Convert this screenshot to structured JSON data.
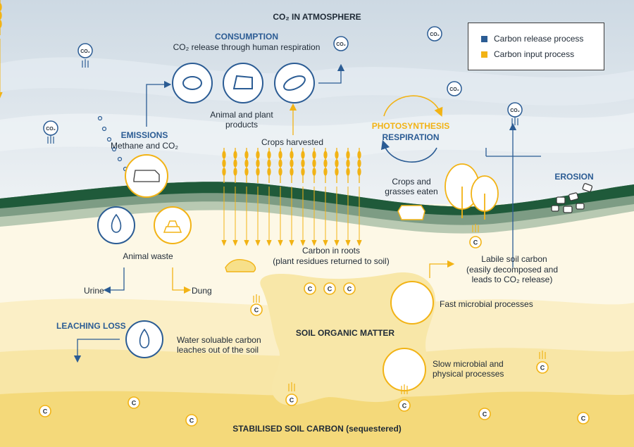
{
  "labels": {
    "atmosphere": "CO₂ IN ATMOSPHERE",
    "consumption_title": "CONSUMPTION",
    "consumption_desc": "CO₂ release through human respiration",
    "animal_plant_products": "Animal and plant products",
    "emissions_title": "EMISSIONS",
    "emissions_desc": "Methane and CO₂",
    "crops_harvested": "Crops harvested",
    "photosynthesis": "PHOTOSYNTHESIS",
    "respiration": "RESPIRATION",
    "crops_grasses_eaten": "Crops and grasses eaten",
    "erosion": "EROSION",
    "animal_waste": "Animal waste",
    "carbon_in_roots": "Carbon in roots",
    "carbon_in_roots_sub": "(plant residues returned to soil)",
    "labile_title": "Labile soil carbon",
    "labile_desc": "(easily decomposed and leads to CO₂ release)",
    "urine": "Urine",
    "dung": "Dung",
    "fast_microbial": "Fast microbial processes",
    "leaching_title": "LEACHING LOSS",
    "leaching_desc": "Water soluable carbon leaches out of the soil",
    "soil_organic_matter": "SOIL ORGANIC MATTER",
    "slow_microbial": "Slow microbial and physical processes",
    "stabilised": "STABILISED SOIL CARBON (sequestered)"
  },
  "legend": {
    "release": {
      "label": "Carbon release process",
      "color": "#2b5c94"
    },
    "input": {
      "label": "Carbon input process",
      "color": "#f2b315"
    }
  },
  "markers": {
    "co2": "CO₂",
    "carbon": "C"
  },
  "colors": {
    "blue": "#2b5c94",
    "gold": "#f2b315",
    "dark_green": "#1f5a3a",
    "sky": "#dde7ee",
    "soil": "#fbf3d4"
  }
}
